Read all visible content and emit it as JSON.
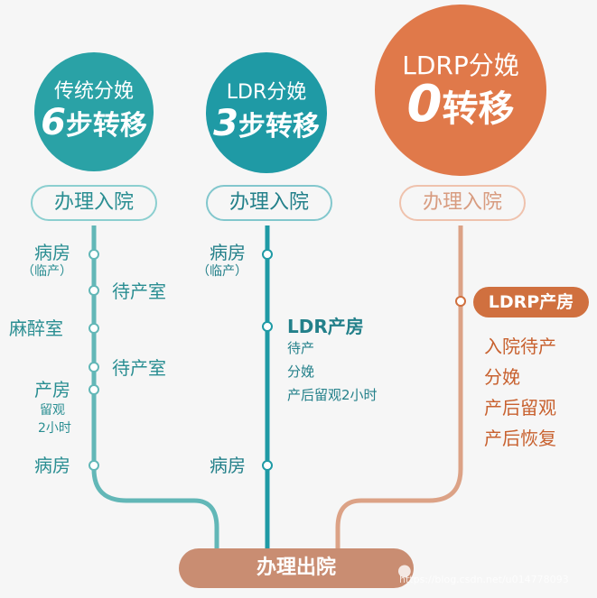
{
  "columns": [
    {
      "title": "传统分娩",
      "count": "6",
      "count_suffix": "步转移",
      "admit": "办理入院",
      "steps": [
        {
          "label": "病房",
          "sub": "（临产）"
        },
        {
          "label": "待产室"
        },
        {
          "label": "麻醉室"
        },
        {
          "label": "待产室"
        },
        {
          "label": "产房",
          "sub1": "留观",
          "sub2": "2小时"
        },
        {
          "label": "病房"
        }
      ]
    },
    {
      "title": "LDR分娩",
      "count": "3",
      "count_suffix": "步转移",
      "admit": "办理入院",
      "steps": [
        {
          "label": "病房",
          "sub": "（临产）"
        },
        {
          "label": "LDR产房",
          "details": [
            "待产",
            "分娩",
            "产后留观2小时"
          ]
        },
        {
          "label": "病房"
        }
      ]
    },
    {
      "title": "LDRP分娩",
      "count": "0",
      "count_suffix": "转移",
      "admit": "办理入院",
      "steps": [
        {
          "label": "LDRP产房",
          "details": [
            "入院待产",
            "分娩",
            "产后留观",
            "产后恢复"
          ]
        }
      ]
    }
  ],
  "discharge": "办理出院",
  "watermark": "https://blog.csdn.net/u014778093",
  "colors": {
    "teal": "#2aa2a6",
    "teal_dark": "#1f9aa5",
    "orange": "#e0794a",
    "orange_light": "#d89c80",
    "discharge": "#c98d72"
  }
}
